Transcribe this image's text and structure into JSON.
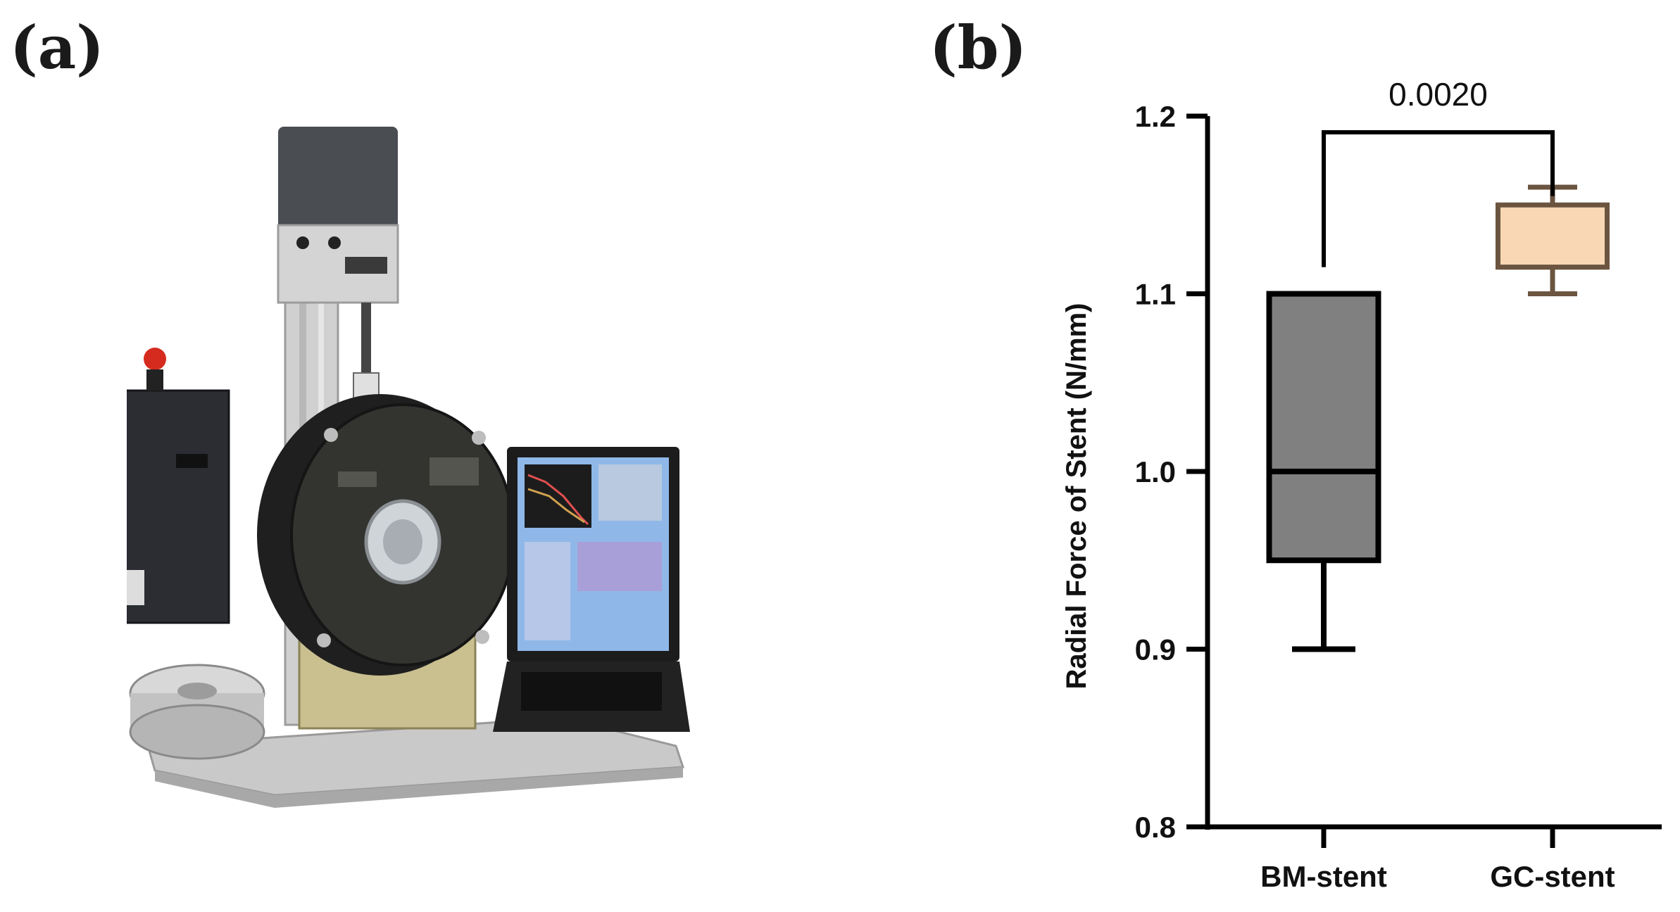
{
  "panels": {
    "a_label": "(a)",
    "b_label": "(b)"
  },
  "colors": {
    "bm_box": "#808080",
    "gc_box": "#f9d7b5",
    "gc_stroke": "#6b5440",
    "axis": "#000000"
  },
  "chart_data": {
    "type": "box",
    "title": "",
    "xlabel": "",
    "ylabel": "Radial Force of Stent (N/mm)",
    "ylim": [
      0.8,
      1.2
    ],
    "yticks": [
      "0.8",
      "0.9",
      "1.0",
      "1.1",
      "1.2"
    ],
    "categories": [
      "BM-stent",
      "GC-stent"
    ],
    "series": [
      {
        "category": "BM-stent",
        "min": 0.9,
        "q1": 0.95,
        "median": 1.0,
        "q3": 1.1,
        "max": 1.1
      },
      {
        "category": "GC-stent",
        "min": 1.1,
        "q1": 1.115,
        "median": 1.115,
        "q3": 1.15,
        "max": 1.16
      }
    ],
    "annotation": {
      "text": "0.0020",
      "between": [
        "BM-stent",
        "GC-stent"
      ]
    }
  }
}
